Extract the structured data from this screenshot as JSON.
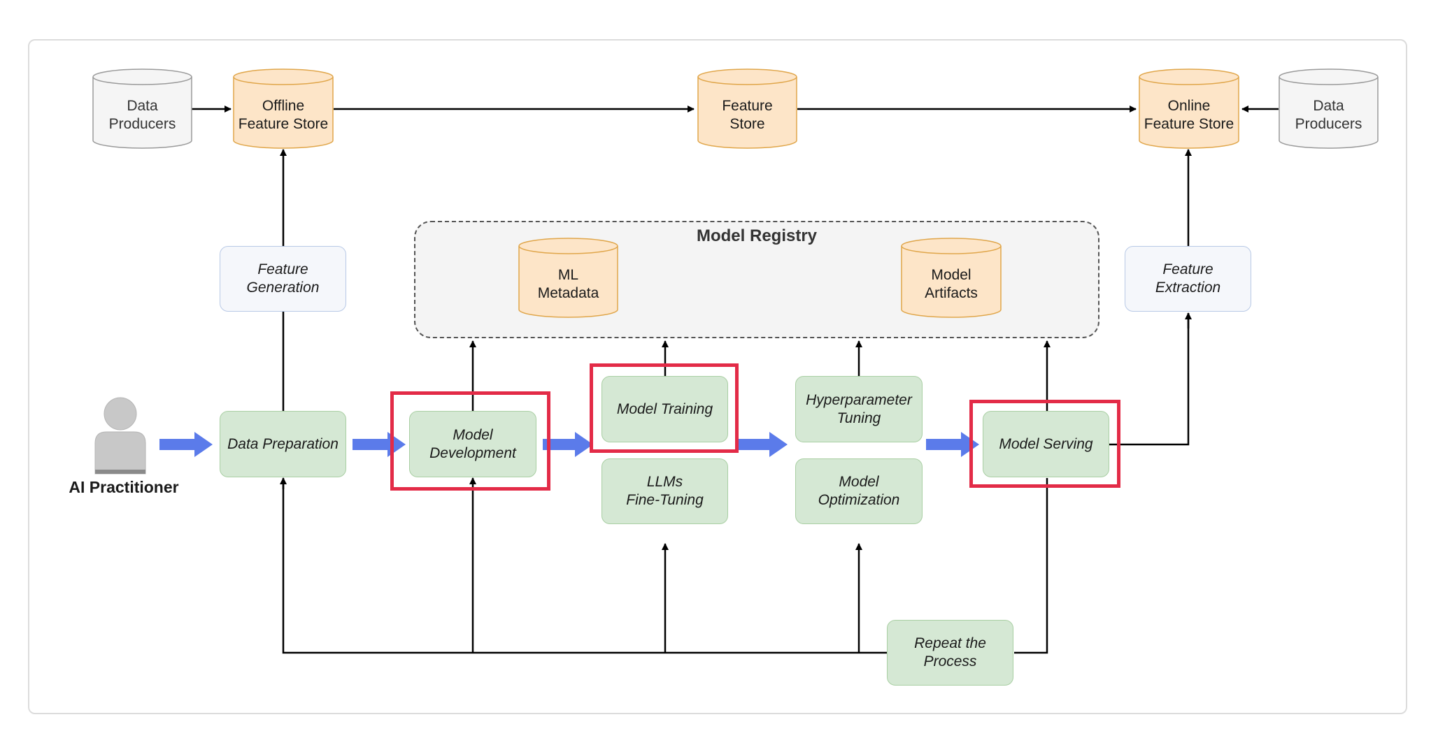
{
  "diagram": {
    "stores": {
      "data_producers_left": "Data\nProducers",
      "offline_feature_store": "Offline\nFeature Store",
      "feature_store": "Feature\nStore",
      "online_feature_store": "Online\nFeature Store",
      "data_producers_right": "Data\nProducers"
    },
    "registry": {
      "title": "Model Registry",
      "ml_metadata": "ML\nMetadata",
      "model_artifacts": "Model\nArtifacts"
    },
    "side_steps": {
      "feature_generation": "Feature\nGeneration",
      "feature_extraction": "Feature\nExtraction"
    },
    "pipeline": {
      "data_preparation": "Data Preparation",
      "model_development": "Model\nDevelopment",
      "model_training": "Model Training",
      "llms_fine_tuning": "LLMs\nFine-Tuning",
      "hyperparameter_tuning": "Hyperparameter\nTuning",
      "model_optimization": "Model\nOptimization",
      "model_serving": "Model Serving",
      "repeat_process": "Repeat the\nProcess"
    },
    "actor": {
      "label": "AI Practitioner"
    },
    "colors": {
      "store_fill": "#fde5c8",
      "store_stroke": "#e0a64a",
      "producer_fill": "#f5f5f5",
      "step_fill": "#d5e8d4",
      "side_fill": "#f5f7fb",
      "flow_arrow": "#5b7bea",
      "highlight": "#e32b47"
    }
  }
}
